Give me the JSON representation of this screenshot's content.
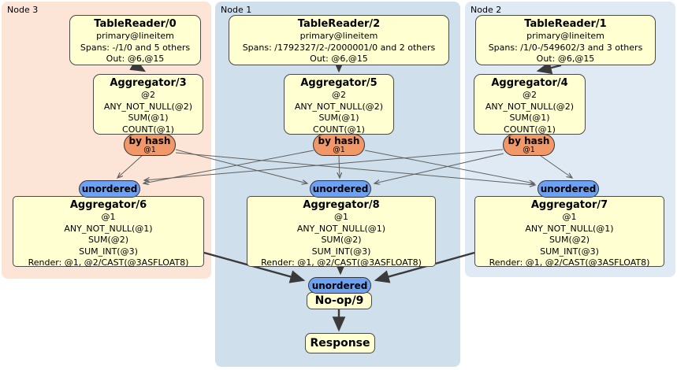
{
  "regions": [
    {
      "label": "Node 3"
    },
    {
      "label": "Node 1"
    },
    {
      "label": "Node 2"
    }
  ],
  "table_readers": [
    {
      "title": "TableReader/0",
      "index": "primary@lineitem",
      "spans": "Spans: -/1/0 and 5 others",
      "out": "Out: @6,@15"
    },
    {
      "title": "TableReader/2",
      "index": "primary@lineitem",
      "spans": "Spans: /1792327/2-/2000001/0 and 2 others",
      "out": "Out: @6,@15"
    },
    {
      "title": "TableReader/1",
      "index": "primary@lineitem",
      "spans": "Spans: /1/0-/549602/3 and 3 others",
      "out": "Out: @6,@15"
    }
  ],
  "top_aggregators": [
    {
      "title": "Aggregator/3",
      "lines": [
        "@2",
        "ANY_NOT_NULL(@2)",
        "SUM(@1)",
        "COUNT(@1)"
      ]
    },
    {
      "title": "Aggregator/5",
      "lines": [
        "@2",
        "ANY_NOT_NULL(@2)",
        "SUM(@1)",
        "COUNT(@1)"
      ]
    },
    {
      "title": "Aggregator/4",
      "lines": [
        "@2",
        "ANY_NOT_NULL(@2)",
        "SUM(@1)",
        "COUNT(@1)"
      ]
    }
  ],
  "routers": [
    {
      "label": "by hash",
      "detail": "@1"
    },
    {
      "label": "by hash",
      "detail": "@1"
    },
    {
      "label": "by hash",
      "detail": "@1"
    }
  ],
  "streams": [
    {
      "label": "unordered"
    },
    {
      "label": "unordered"
    },
    {
      "label": "unordered"
    },
    {
      "label": "unordered"
    }
  ],
  "bottom_aggregators": [
    {
      "title": "Aggregator/6",
      "lines": [
        "@1",
        "ANY_NOT_NULL(@1)",
        "SUM(@2)",
        "SUM_INT(@3)",
        "Render: @1, @2/CAST(@3ASFLOAT8)"
      ]
    },
    {
      "title": "Aggregator/8",
      "lines": [
        "@1",
        "ANY_NOT_NULL(@1)",
        "SUM(@2)",
        "SUM_INT(@3)",
        "Render: @1, @2/CAST(@3ASFLOAT8)"
      ]
    },
    {
      "title": "Aggregator/7",
      "lines": [
        "@1",
        "ANY_NOT_NULL(@1)",
        "SUM(@2)",
        "SUM_INT(@3)",
        "Render: @1, @2/CAST(@3ASFLOAT8)"
      ]
    }
  ],
  "noop": {
    "label": "No-op/9"
  },
  "response": {
    "label": "Response"
  },
  "colors": {
    "node3_bg": "#fce4d6",
    "node1_bg": "#cfe0ec",
    "node2_bg": "#dfeaf4",
    "processor_fill": "#ffffd2",
    "router_fill": "#f29768",
    "stream_fill": "#6da2f2",
    "edge_thin": "#606060",
    "edge_thick": "#3a3a3a"
  }
}
